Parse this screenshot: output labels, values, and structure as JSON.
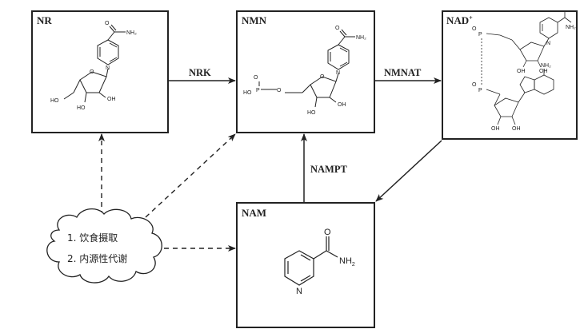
{
  "boxes": {
    "nr": {
      "title": "NR",
      "atoms": {
        "amide": "NH₂",
        "o1": "O",
        "n": "N",
        "ring_o": "O",
        "oh_left": "HO",
        "oh_c2": "OH",
        "oh_c3": "HO"
      }
    },
    "nmn": {
      "title": "NMN",
      "atoms": {
        "amide": "NH₂",
        "o1": "O",
        "n": "N",
        "p_o": "O",
        "p": "P",
        "ho": "HO",
        "ester_o": "O",
        "ring_o": "O",
        "oh_c2": "OH",
        "oh_c3": "HO"
      }
    },
    "nad": {
      "title": "NAD",
      "title_sup": "+",
      "atoms": {
        "amide": "NH₂",
        "p": "P",
        "o": "O",
        "oh": "OH",
        "n": "N",
        "nh2": "NH₂"
      }
    },
    "nam": {
      "title": "NAM",
      "atoms": {
        "o": "O",
        "nh2": "NH",
        "nh2_sub": "2",
        "n": "N"
      }
    }
  },
  "enzymes": {
    "nrk": "NRK",
    "nmnat": "NMNAT",
    "nampt": "NAMPT"
  },
  "cloud": {
    "line1": "1. 饮食摄取",
    "line2": "2. 内源性代谢"
  }
}
